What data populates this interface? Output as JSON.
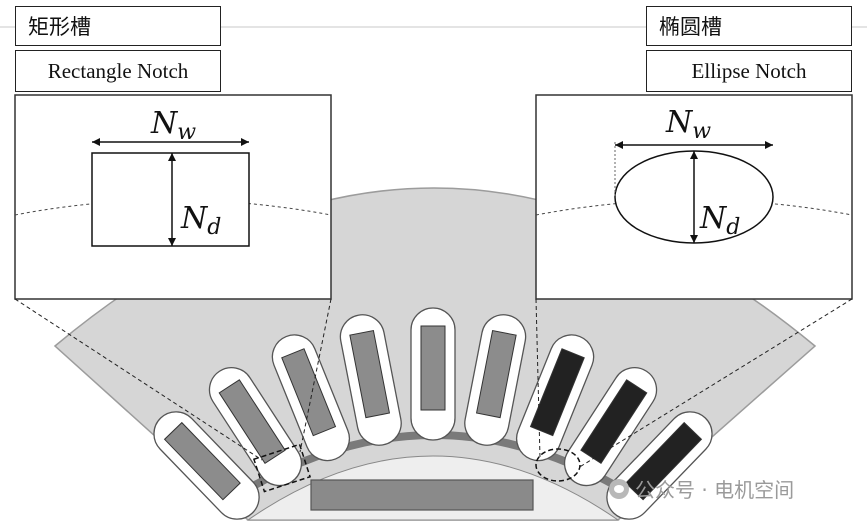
{
  "labels": {
    "left_cn": "矩形槽",
    "left_en": "Rectangle Notch",
    "right_cn": "椭圆槽",
    "right_en": "Ellipse Notch"
  },
  "dimensions": {
    "width_letter": "N",
    "width_sub": "w",
    "depth_letter": "N",
    "depth_sub": "d"
  },
  "watermark": "公众号 · 电机空间",
  "colors": {
    "stator": "#d6d6d6",
    "rotor_magnet": "#8a8a8a",
    "coil_gray": "#8c8c8c",
    "coil_dark": "#222222",
    "background": "#f1f1f1"
  }
}
